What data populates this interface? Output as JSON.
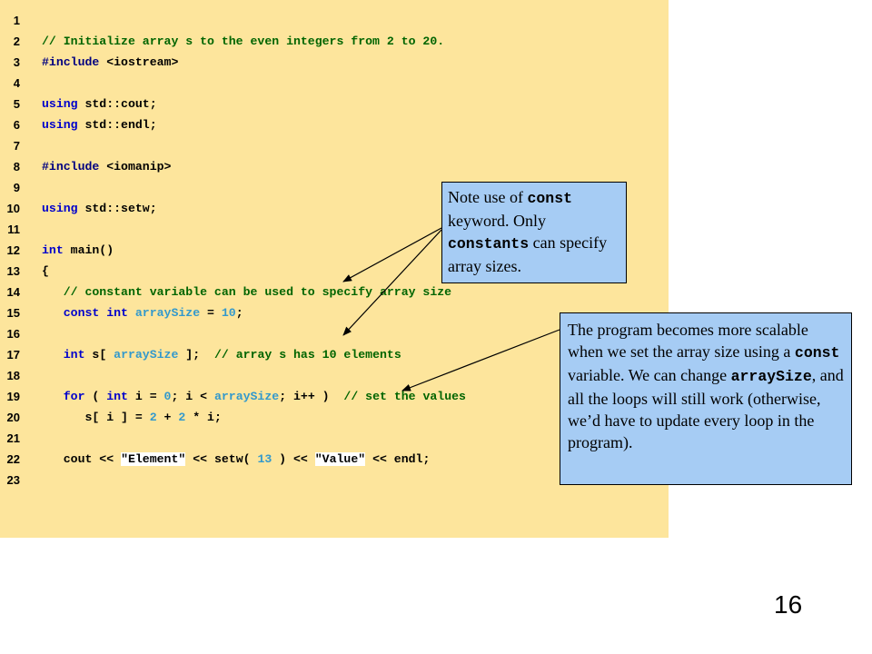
{
  "code_listing": {
    "lines": [
      {
        "n": "1",
        "tokens": []
      },
      {
        "n": "2",
        "tokens": [
          {
            "t": "comment",
            "s": "// Initialize array s to the even integers from 2 to 20."
          }
        ]
      },
      {
        "n": "3",
        "tokens": [
          {
            "t": "preproc",
            "s": "#include "
          },
          {
            "t": "plain",
            "s": "<iostream>"
          }
        ]
      },
      {
        "n": "4",
        "tokens": []
      },
      {
        "n": "5",
        "tokens": [
          {
            "t": "keyword",
            "s": "using "
          },
          {
            "t": "plain",
            "s": "std::cout;"
          }
        ]
      },
      {
        "n": "6",
        "tokens": [
          {
            "t": "keyword",
            "s": "using "
          },
          {
            "t": "plain",
            "s": "std::endl;"
          }
        ]
      },
      {
        "n": "7",
        "tokens": []
      },
      {
        "n": "8",
        "tokens": [
          {
            "t": "preproc",
            "s": "#include "
          },
          {
            "t": "plain",
            "s": "<iomanip>"
          }
        ]
      },
      {
        "n": "9",
        "tokens": []
      },
      {
        "n": "10",
        "tokens": [
          {
            "t": "keyword",
            "s": "using "
          },
          {
            "t": "plain",
            "s": "std::setw;"
          }
        ]
      },
      {
        "n": "11",
        "tokens": []
      },
      {
        "n": "12",
        "tokens": [
          {
            "t": "keyword",
            "s": "int "
          },
          {
            "t": "plain",
            "s": "main()"
          }
        ]
      },
      {
        "n": "13",
        "tokens": [
          {
            "t": "plain",
            "s": "{"
          }
        ]
      },
      {
        "n": "14",
        "tokens": [
          {
            "t": "comment",
            "s": "   // constant variable can be used to specify array size"
          }
        ]
      },
      {
        "n": "15",
        "tokens": [
          {
            "t": "plain",
            "s": "   "
          },
          {
            "t": "keyword",
            "s": "const int "
          },
          {
            "t": "ident",
            "s": "arraySize"
          },
          {
            "t": "plain",
            "s": " = "
          },
          {
            "t": "number",
            "s": "10"
          },
          {
            "t": "plain",
            "s": ";"
          }
        ]
      },
      {
        "n": "16",
        "tokens": []
      },
      {
        "n": "17",
        "tokens": [
          {
            "t": "plain",
            "s": "   "
          },
          {
            "t": "keyword",
            "s": "int "
          },
          {
            "t": "plain",
            "s": "s[ "
          },
          {
            "t": "ident",
            "s": "arraySize"
          },
          {
            "t": "plain",
            "s": " ];  "
          },
          {
            "t": "comment",
            "s": "// array s has 10 elements"
          }
        ]
      },
      {
        "n": "18",
        "tokens": []
      },
      {
        "n": "19",
        "tokens": [
          {
            "t": "plain",
            "s": "   "
          },
          {
            "t": "keyword",
            "s": "for "
          },
          {
            "t": "plain",
            "s": "( "
          },
          {
            "t": "keyword",
            "s": "int "
          },
          {
            "t": "plain",
            "s": "i = "
          },
          {
            "t": "number",
            "s": "0"
          },
          {
            "t": "plain",
            "s": "; i < "
          },
          {
            "t": "ident",
            "s": "arraySize"
          },
          {
            "t": "plain",
            "s": "; i++ )  "
          },
          {
            "t": "comment",
            "s": "// set the values"
          }
        ]
      },
      {
        "n": "20",
        "tokens": [
          {
            "t": "plain",
            "s": "      s[ i ] = "
          },
          {
            "t": "number",
            "s": "2"
          },
          {
            "t": "plain",
            "s": " + "
          },
          {
            "t": "number",
            "s": "2"
          },
          {
            "t": "plain",
            "s": " * i;"
          }
        ]
      },
      {
        "n": "21",
        "tokens": []
      },
      {
        "n": "22",
        "tokens": [
          {
            "t": "plain",
            "s": "   cout << "
          },
          {
            "t": "string",
            "s": "\"Element\""
          },
          {
            "t": "plain",
            "s": " << setw( "
          },
          {
            "t": "number",
            "s": "13"
          },
          {
            "t": "plain",
            "s": " ) << "
          },
          {
            "t": "string",
            "s": "\"Value\""
          },
          {
            "t": "plain",
            "s": " << endl;"
          }
        ]
      },
      {
        "n": "23",
        "tokens": []
      }
    ],
    "colors": {
      "background": "#fde59c",
      "comment": "#006400",
      "preproc": "#000080",
      "keyword": "#0000cc",
      "number": "#3399cc"
    }
  },
  "callout_const": {
    "part1": "Note use of ",
    "part2_mono": "const",
    "part3": " keyword. Only ",
    "part4_mono": "constants",
    "part5": " can specify array sizes.",
    "background": "#a6ccf4"
  },
  "callout_scalable": {
    "part1": "The program becomes more scalable when we set the array size using a ",
    "part2_mono": "const",
    "part3": " variable. We can change ",
    "part4_mono": "arraySize",
    "part5": ", and all the loops will still work (otherwise, we’d have to update every loop in the program).",
    "background": "#a6ccf4"
  },
  "page_number": "16"
}
